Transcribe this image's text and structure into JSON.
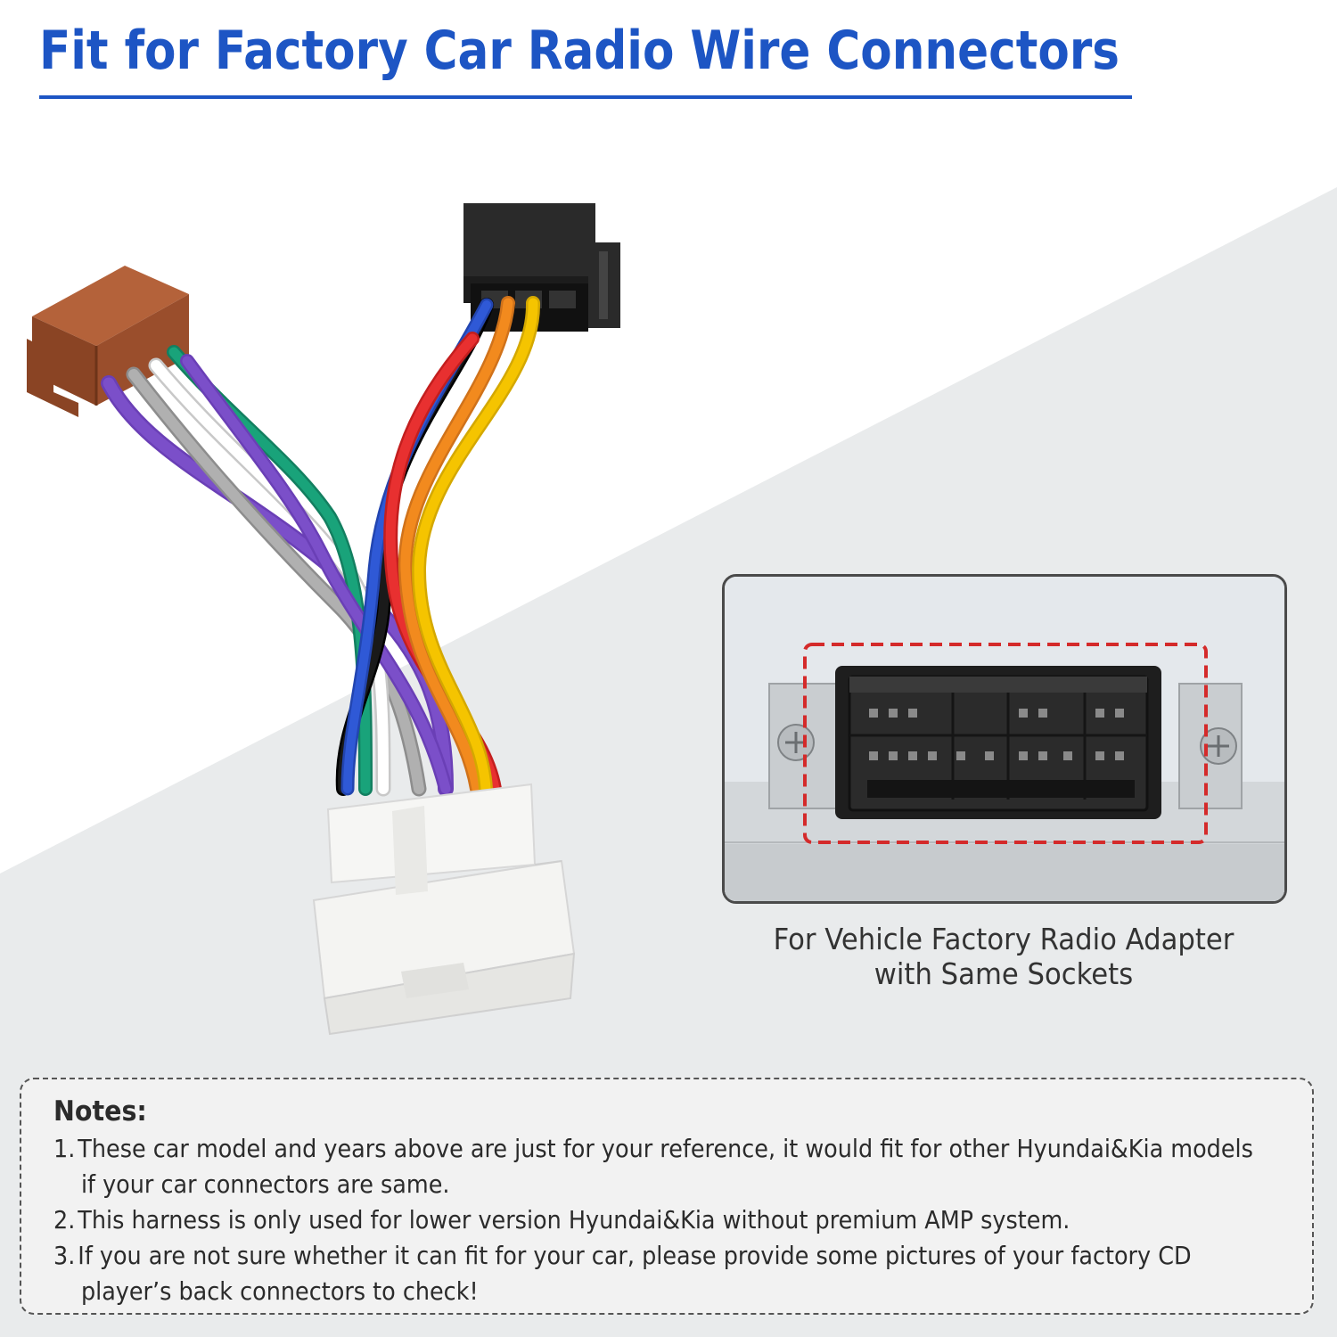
{
  "header": {
    "title": "Fit for Factory Car Radio Wire Connectors"
  },
  "inset": {
    "caption_line1": "For Vehicle Factory Radio Adapter",
    "caption_line2": "with Same Sockets"
  },
  "notes": {
    "title": "Notes:",
    "items": [
      {
        "number": "1.",
        "line1": "These car model and years above are just for your reference, it would fit for other Hyundai&Kia models",
        "line2": "if your car connectors are same."
      },
      {
        "number": "2.",
        "line1": "This harness is only used for lower version Hyundai&Kia without premium AMP system.",
        "line2": ""
      },
      {
        "number": "3.",
        "line1": "If you are not sure whether it can fit for your car, please provide some pictures of your factory CD",
        "line2": "player’s back connectors to check!"
      }
    ]
  },
  "colors": {
    "title_blue": "#1d55c4",
    "connector_brown": "#9a4e2c",
    "connector_black": "#1c1c1c",
    "connector_white": "#f4f4f2",
    "highlight_red": "#d42a2a",
    "wires": [
      "#7b4fc9",
      "#ffffff",
      "#19a37a",
      "#9a9a9a",
      "#1a1a1a",
      "#2f59d6",
      "#e83030",
      "#f28a1e",
      "#f5c400"
    ]
  }
}
